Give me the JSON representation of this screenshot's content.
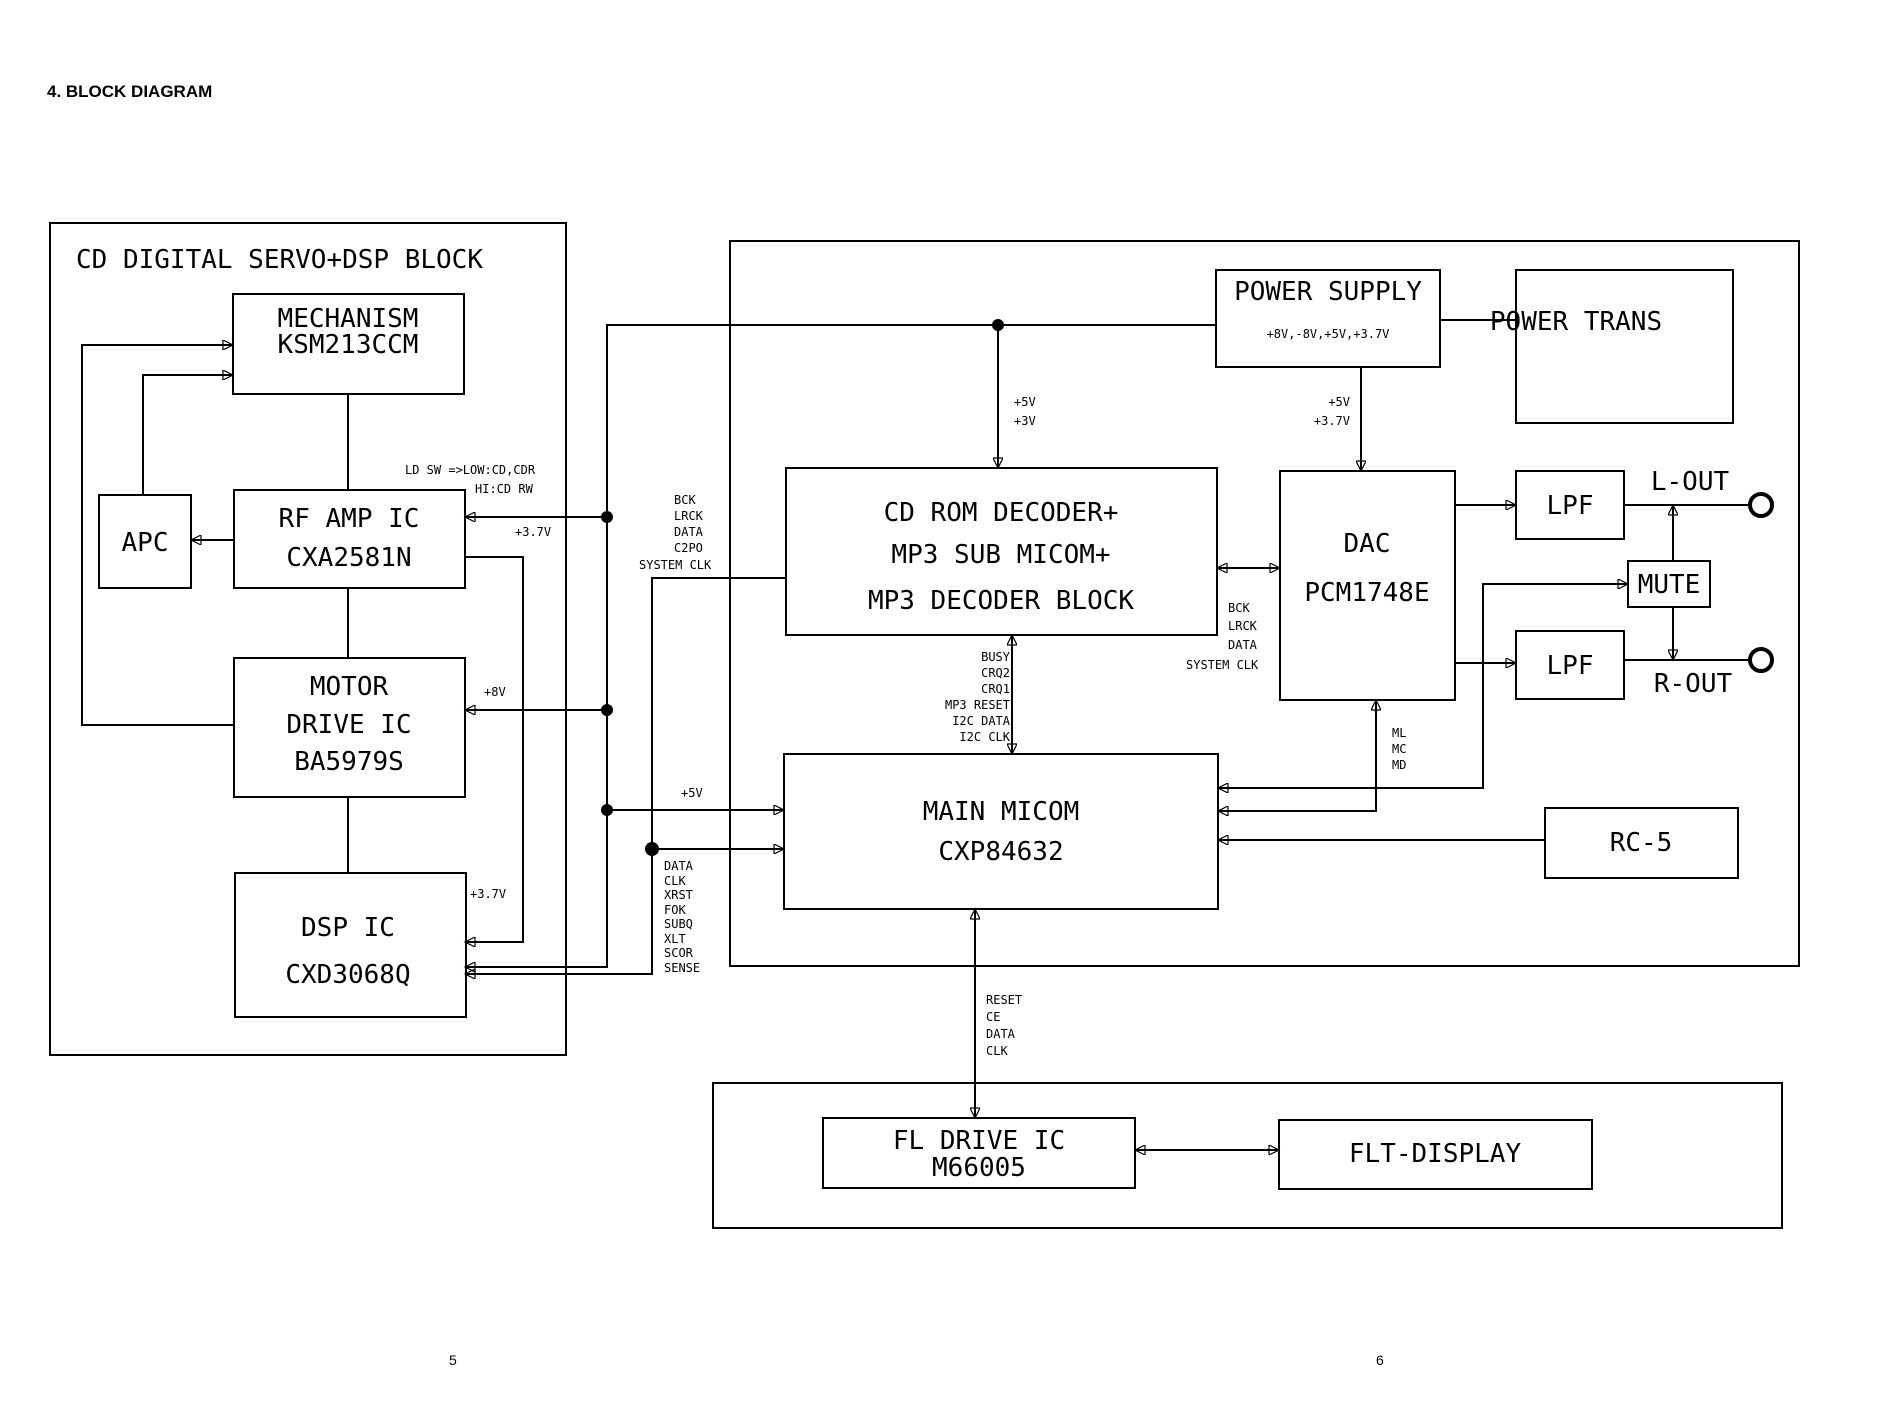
{
  "page": {
    "title": "4. BLOCK DIAGRAM",
    "page_left": "5",
    "page_right": "6"
  },
  "groups": {
    "cd_servo": "CD DIGITAL SERVO+DSP BLOCK"
  },
  "blocks": {
    "mechanism": [
      "MECHANISM",
      "KSM213CCM"
    ],
    "apc": [
      "APC"
    ],
    "rf_amp": [
      "RF AMP IC",
      "CXA2581N"
    ],
    "motor_drive": [
      "MOTOR",
      "DRIVE IC",
      "BA5979S"
    ],
    "dsp": [
      "DSP  IC",
      "CXD3068Q"
    ],
    "power_supply": [
      "POWER SUPPLY",
      "+8V,-8V,+5V,+3.7V"
    ],
    "power_trans": [
      "POWER TRANS"
    ],
    "cdrom": [
      "CD ROM DECODER+",
      "MP3 SUB MICOM+",
      "MP3 DECODER BLOCK"
    ],
    "dac": [
      "DAC",
      "PCM1748E"
    ],
    "lpf_l": [
      "LPF"
    ],
    "lpf_r": [
      "LPF"
    ],
    "mute": [
      "MUTE"
    ],
    "main_micom": [
      "MAIN MICOM",
      "CXP84632"
    ],
    "rc5": [
      "RC-5"
    ],
    "fl_drive": [
      "FL DRIVE IC",
      "M66005"
    ],
    "flt_display": [
      "FLT-DISPLAY"
    ]
  },
  "outputs": {
    "l_out": "L-OUT",
    "r_out": "R-OUT"
  },
  "signals": {
    "ld_sw": [
      "LD SW =>LOW:CD,CDR",
      "HI:CD RW"
    ],
    "rf_3v7": "+3.7V",
    "motor_8v": "+8V",
    "dsp_3v7": "+3.7V",
    "main_5v": "+5V",
    "ps_to_cdrom": [
      "+5V",
      "+3V"
    ],
    "ps_to_dac": [
      "+5V",
      "+3.7V"
    ],
    "audio_bus_in": [
      "BCK",
      "LRCK",
      "DATA",
      "C2PO",
      "SYSTEM CLK"
    ],
    "audio_bus_out": [
      "BCK",
      "LRCK",
      "DATA",
      "SYSTEM CLK"
    ],
    "micom_cdrom": [
      "BUSY",
      "CRQ2",
      "CRQ1",
      "MP3 RESET",
      "I2C DATA",
      "I2C CLK"
    ],
    "dac_ctrl": [
      "ML",
      "MC",
      "MD"
    ],
    "dsp_ctrl": [
      "DATA",
      "CLK",
      "XRST",
      "FOK",
      "SUBQ",
      "XLT",
      "SCOR",
      "SENSE"
    ],
    "fl_ctrl": [
      "RESET",
      "CE",
      "DATA",
      "CLK"
    ]
  }
}
